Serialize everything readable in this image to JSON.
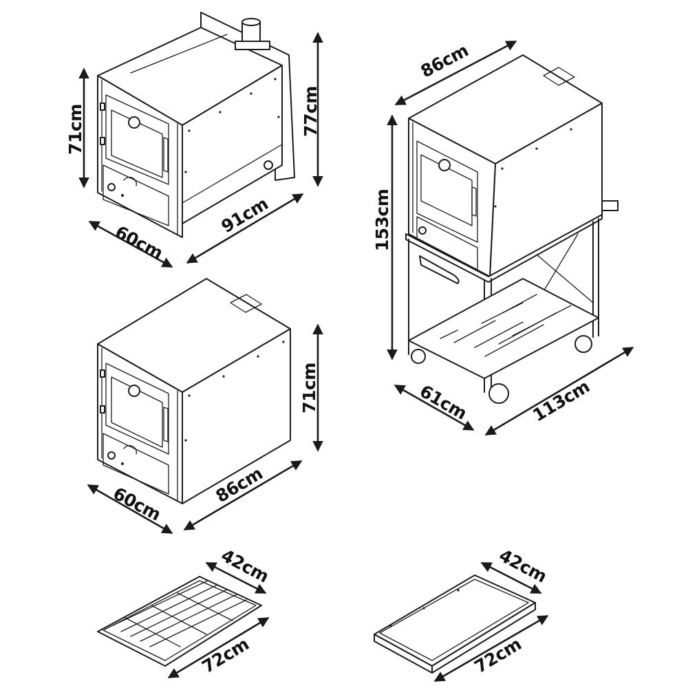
{
  "oven_with_chimney": {
    "height": "71cm",
    "total_height": "77cm",
    "width": "60cm",
    "depth": "91cm"
  },
  "oven_on_stand": {
    "depth": "86cm",
    "height": "153cm",
    "width": "61cm",
    "length": "113cm"
  },
  "oven_standalone": {
    "height": "71cm",
    "width": "60cm",
    "depth": "86cm"
  },
  "grill_rack": {
    "width": "42cm",
    "length": "72cm"
  },
  "baking_tray": {
    "width": "42cm",
    "length": "72cm"
  },
  "colors": {
    "line": "#1a1a1a",
    "background": "#ffffff"
  }
}
